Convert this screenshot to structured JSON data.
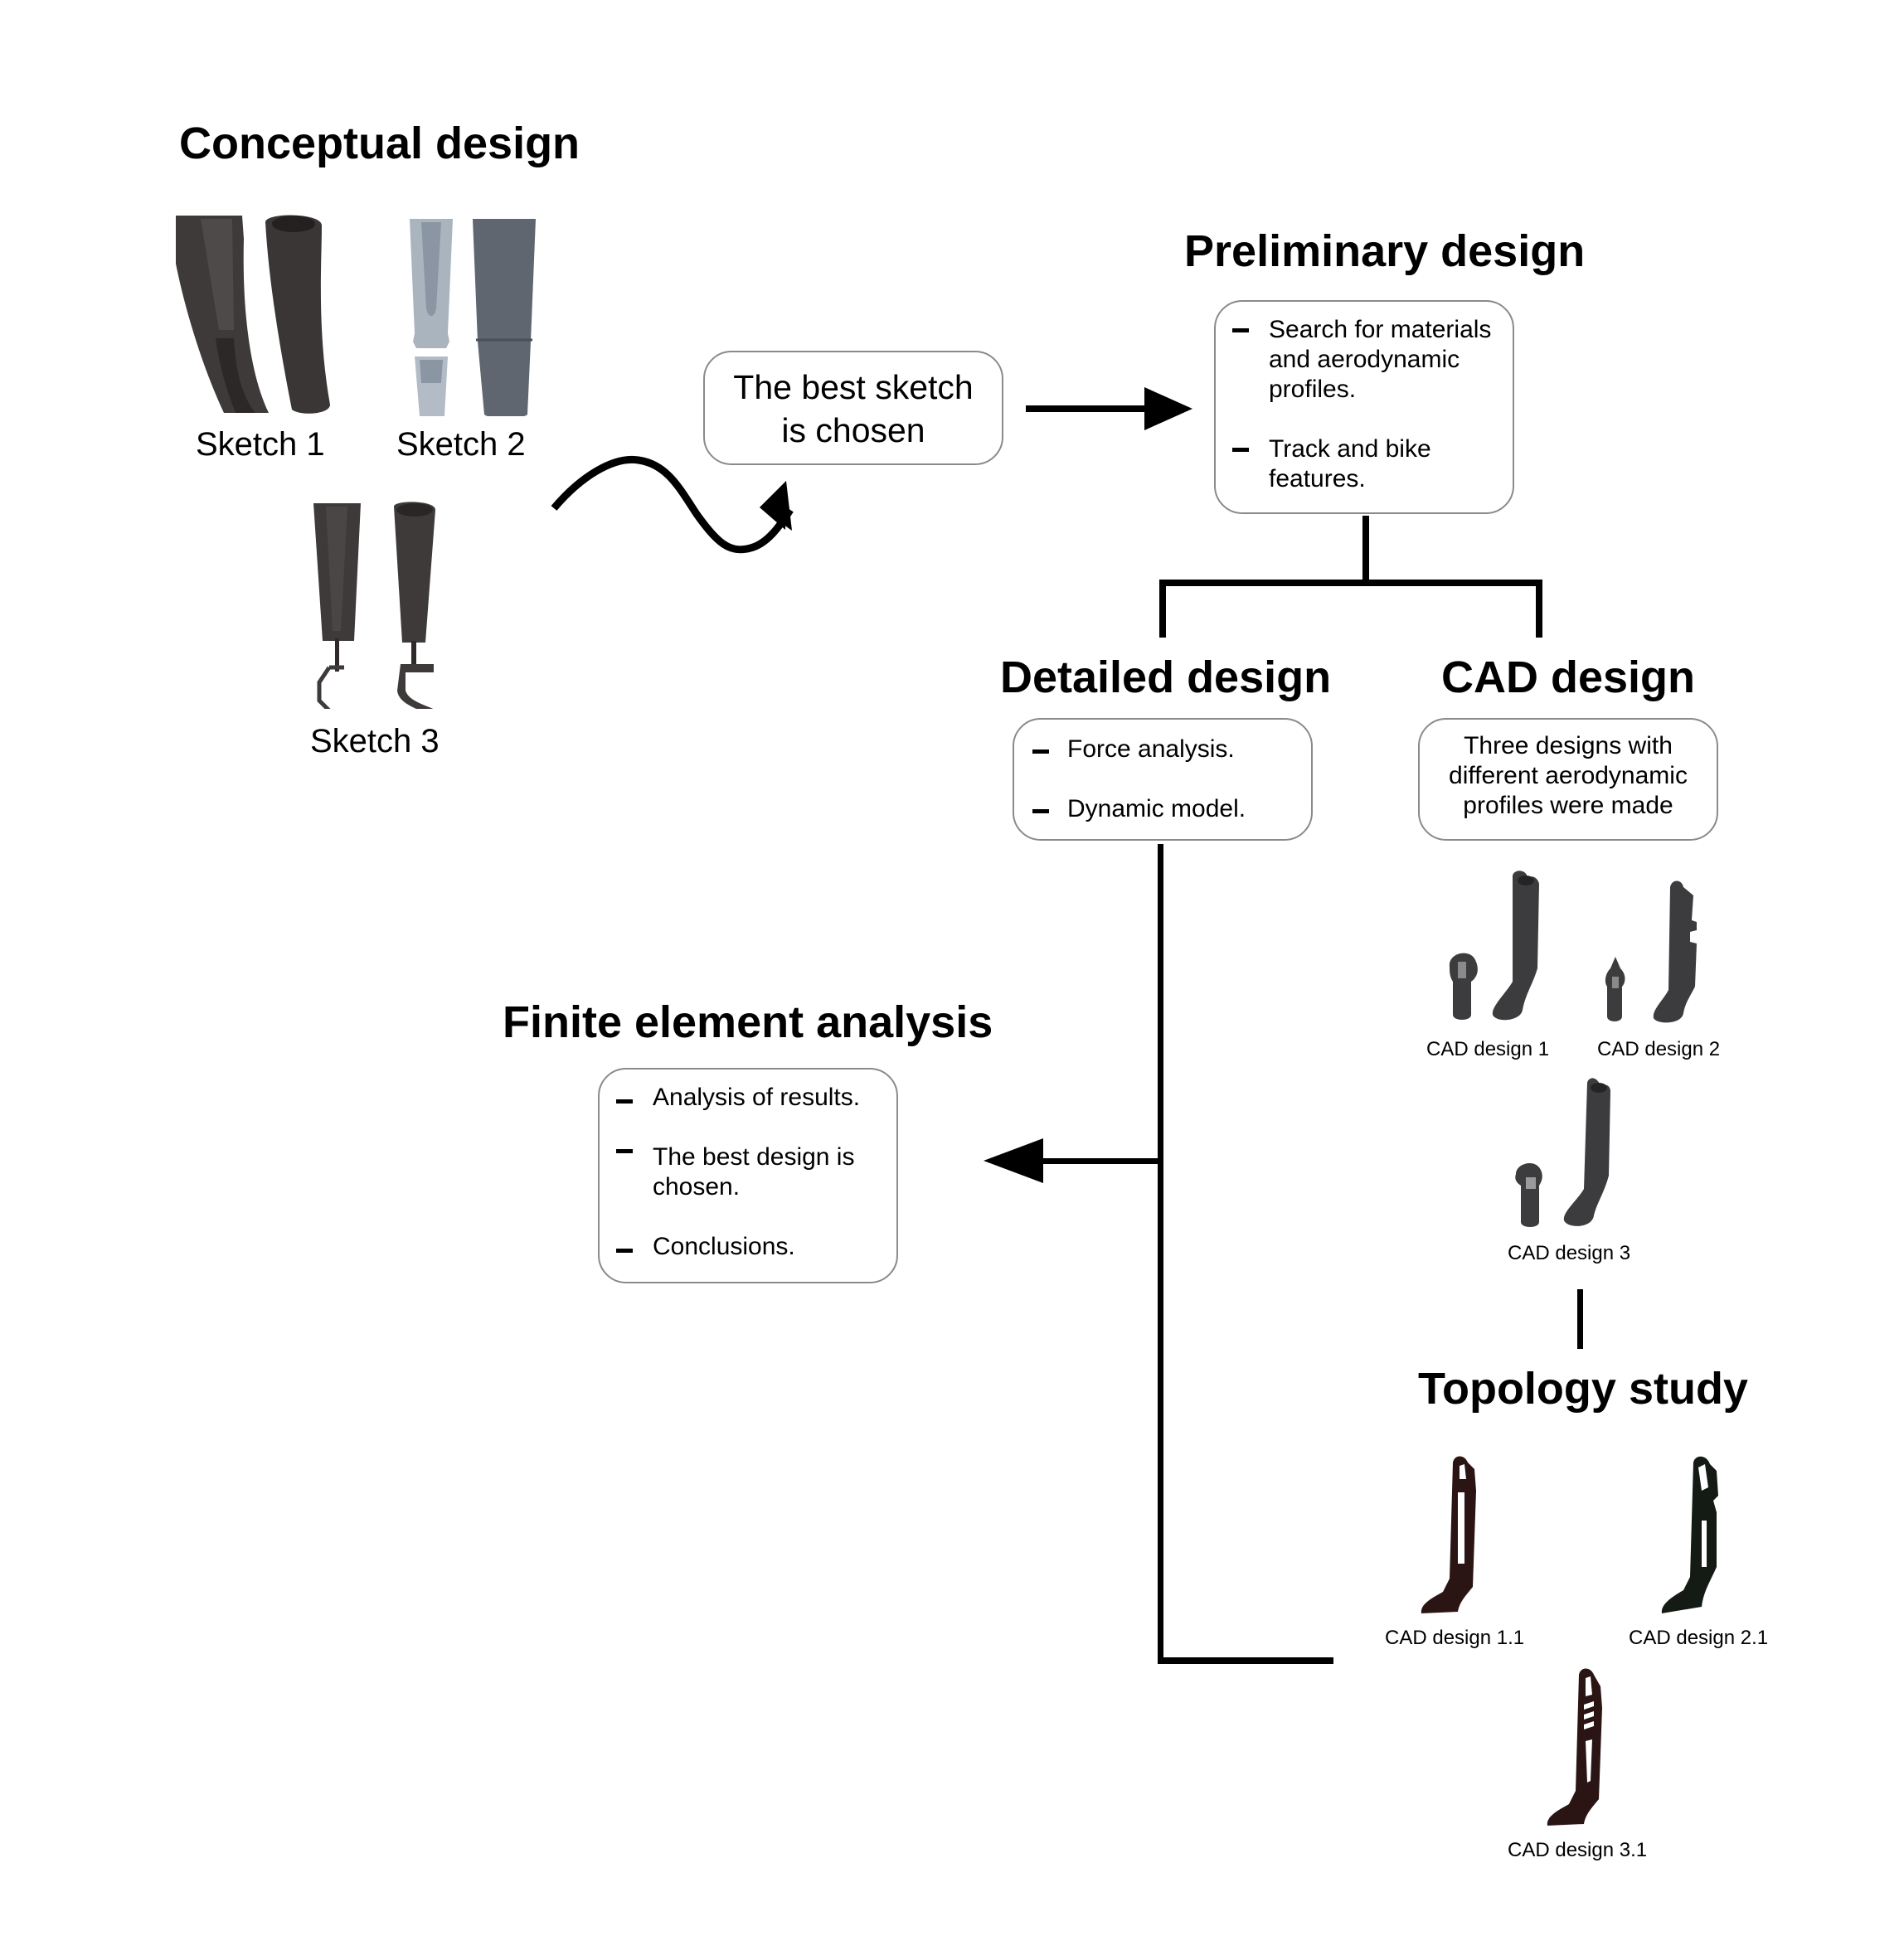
{
  "sections": {
    "conceptual": {
      "title": "Conceptual design",
      "sketches": [
        {
          "label": "Sketch 1"
        },
        {
          "label": "Sketch 2"
        },
        {
          "label": "Sketch 3"
        }
      ]
    },
    "selection": {
      "line1": "The best sketch",
      "line2": "is chosen"
    },
    "preliminary": {
      "title": "Preliminary design",
      "items": [
        {
          "lines": [
            "Search for materials",
            "and aerodynamic",
            "profiles."
          ]
        },
        {
          "lines": [
            "Track and bike",
            "features."
          ]
        }
      ]
    },
    "detailed": {
      "title": "Detailed design",
      "items": [
        {
          "text": "Force analysis."
        },
        {
          "text": "Dynamic model."
        }
      ]
    },
    "cad": {
      "title": "CAD design",
      "description": [
        "Three designs with",
        "different aerodynamic",
        "profiles were made"
      ],
      "designs": [
        {
          "label": "CAD design 1"
        },
        {
          "label": "CAD design 2"
        },
        {
          "label": "CAD design 3"
        }
      ]
    },
    "fea": {
      "title": "Finite element analysis",
      "items": [
        {
          "lines": [
            "Analysis of results."
          ]
        },
        {
          "lines": [
            "The best design is",
            "chosen."
          ]
        },
        {
          "lines": [
            "Conclusions."
          ]
        }
      ]
    },
    "topology": {
      "title": "Topology study",
      "designs": [
        {
          "label": "CAD design 1.1"
        },
        {
          "label": "CAD design 2.1"
        },
        {
          "label": "CAD design 3.1"
        }
      ]
    }
  },
  "colors": {
    "box_border": "#8a8a8a",
    "connector": "#000000",
    "sketch1": "#3e3a3a",
    "sketch2_light": "#aab4bf",
    "sketch2_dark": "#5f6670",
    "cad_gray": "#3c3c3e",
    "topo_brown": "#2a1414",
    "topo_green": "#141a14"
  }
}
